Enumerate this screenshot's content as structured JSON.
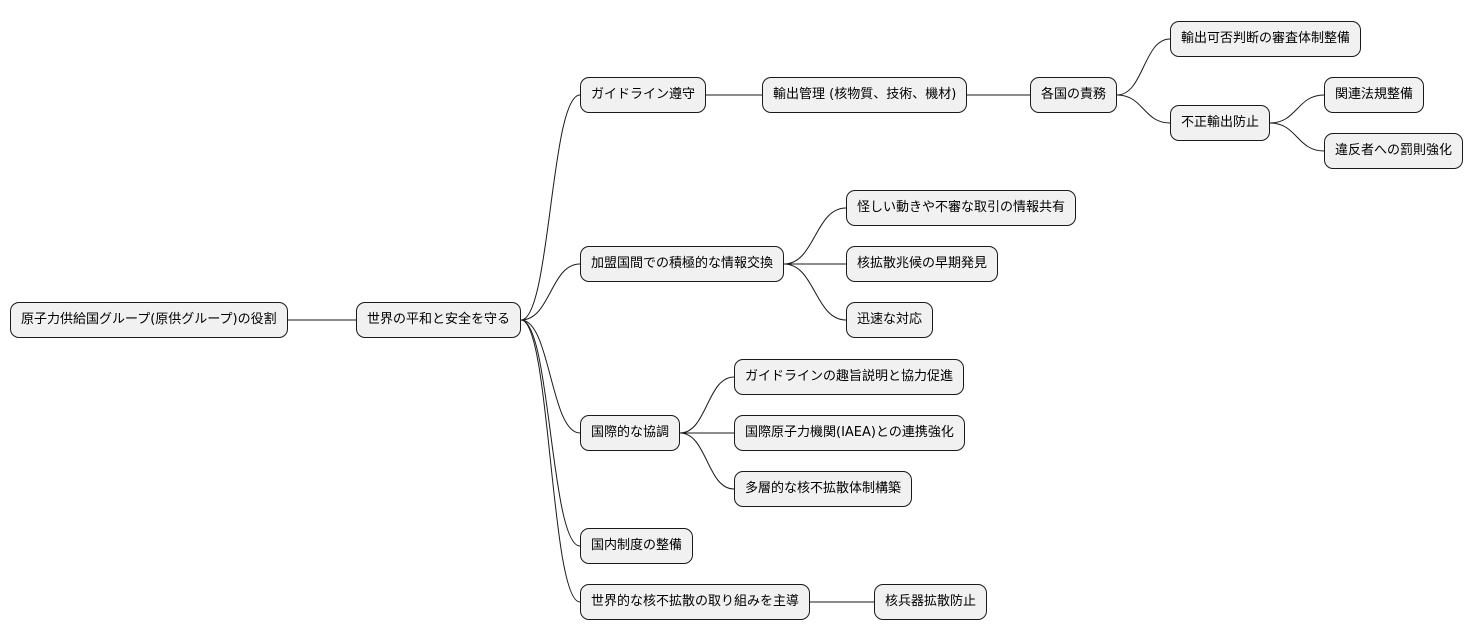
{
  "colors": {
    "node_fill": "#f1f1f1",
    "node_border": "#1a1a1a",
    "line": "#1a1a1a",
    "background": "#ffffff"
  },
  "mindmap": {
    "root": {
      "label": "原子力供給国グループ(原供グループ)の役割",
      "children": [
        {
          "label": "世界の平和と安全を守る",
          "children": [
            {
              "label": "ガイドライン遵守",
              "children": [
                {
                  "label": "輸出管理 (核物質、技術、機材)",
                  "children": [
                    {
                      "label": "各国の責務",
                      "children": [
                        {
                          "label": "輸出可否判断の審査体制整備"
                        },
                        {
                          "label": "不正輸出防止",
                          "children": [
                            {
                              "label": "関連法規整備"
                            },
                            {
                              "label": "違反者への罰則強化"
                            }
                          ]
                        }
                      ]
                    }
                  ]
                }
              ]
            },
            {
              "label": "加盟国間での積極的な情報交換",
              "children": [
                {
                  "label": "怪しい動きや不審な取引の情報共有"
                },
                {
                  "label": "核拡散兆候の早期発見"
                },
                {
                  "label": "迅速な対応"
                }
              ]
            },
            {
              "label": "国際的な協調",
              "children": [
                {
                  "label": "ガイドラインの趣旨説明と協力促進"
                },
                {
                  "label": "国際原子力機関(IAEA)との連携強化"
                },
                {
                  "label": "多層的な核不拡散体制構築"
                }
              ]
            },
            {
              "label": "国内制度の整備"
            },
            {
              "label": "世界的な核不拡散の取り組みを主導",
              "children": [
                {
                  "label": "核兵器拡散防止"
                }
              ]
            }
          ]
        }
      ]
    }
  }
}
